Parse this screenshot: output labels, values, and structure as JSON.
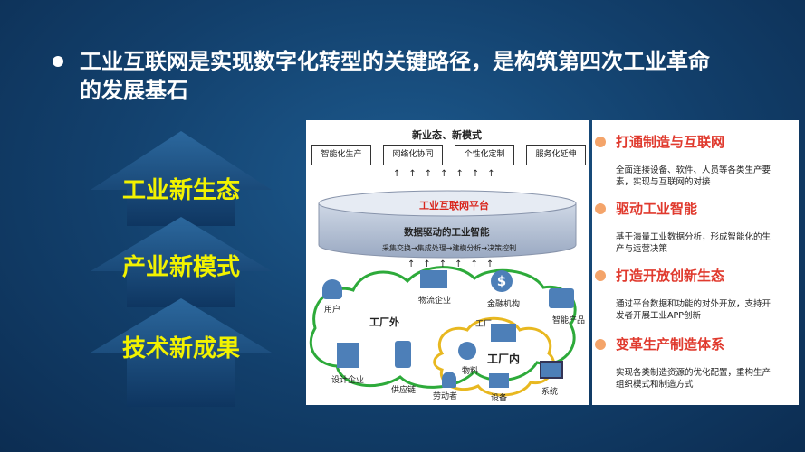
{
  "headline": {
    "line1": "工业互联网是实现数字化转型的关键路径，是构筑第四次工业革命",
    "line2": "的发展基石"
  },
  "stack": {
    "labels": [
      "工业新生态",
      "产业新模式",
      "技术新成果"
    ]
  },
  "diagram": {
    "top_title": "新业态、新模式",
    "modes": [
      "智能化生产",
      "网络化协同",
      "个性化定制",
      "服务化延伸"
    ],
    "platform_title": "工业互联网平台",
    "platform_subtitle": "数据驱动的工业智能",
    "platform_flow": "采集交换→集成处理→建模分析→决策控制",
    "outside_label": "工厂外",
    "inside_label": "工厂内",
    "nodes": {
      "user": "用户",
      "logistics": "物流企业",
      "finance": "金融机构",
      "smart_product": "智能产品",
      "design": "设计企业",
      "supply_chain": "供应链",
      "factory": "工厂",
      "material": "物料",
      "worker": "劳动者",
      "equipment": "设备",
      "system": "系统"
    },
    "icons": [
      "person-icon",
      "truck-icon",
      "dollar-icon",
      "excavator-icon",
      "building-icon",
      "supply-chain-icon",
      "factory-icon",
      "gears-icon",
      "worker-icon",
      "equipment-icon",
      "monitor-icon"
    ]
  },
  "info": [
    {
      "title": "打通制造与互联网",
      "desc": "全面连接设备、软件、人员等各类生产要素，实现与互联网的对接"
    },
    {
      "title": "驱动工业智能",
      "desc": "基于海量工业数据分析，形成智能化的生产与运营决策"
    },
    {
      "title": "打造开放创新生态",
      "desc": "通过平台数据和功能的对外开放，支持开发者开展工业APP创新"
    },
    {
      "title": "变革生产制造体系",
      "desc": "实现各类制造资源的优化配置，重构生产组织模式和制造方式"
    }
  ],
  "colors": {
    "background": "#123f6b",
    "stack_text": "#f2f200",
    "info_title": "#e03a2e",
    "dot": "#f4a46a",
    "platform_red": "#d9251c",
    "cloud_green": "#2daa3a",
    "cloud_yellow": "#e8b820"
  }
}
